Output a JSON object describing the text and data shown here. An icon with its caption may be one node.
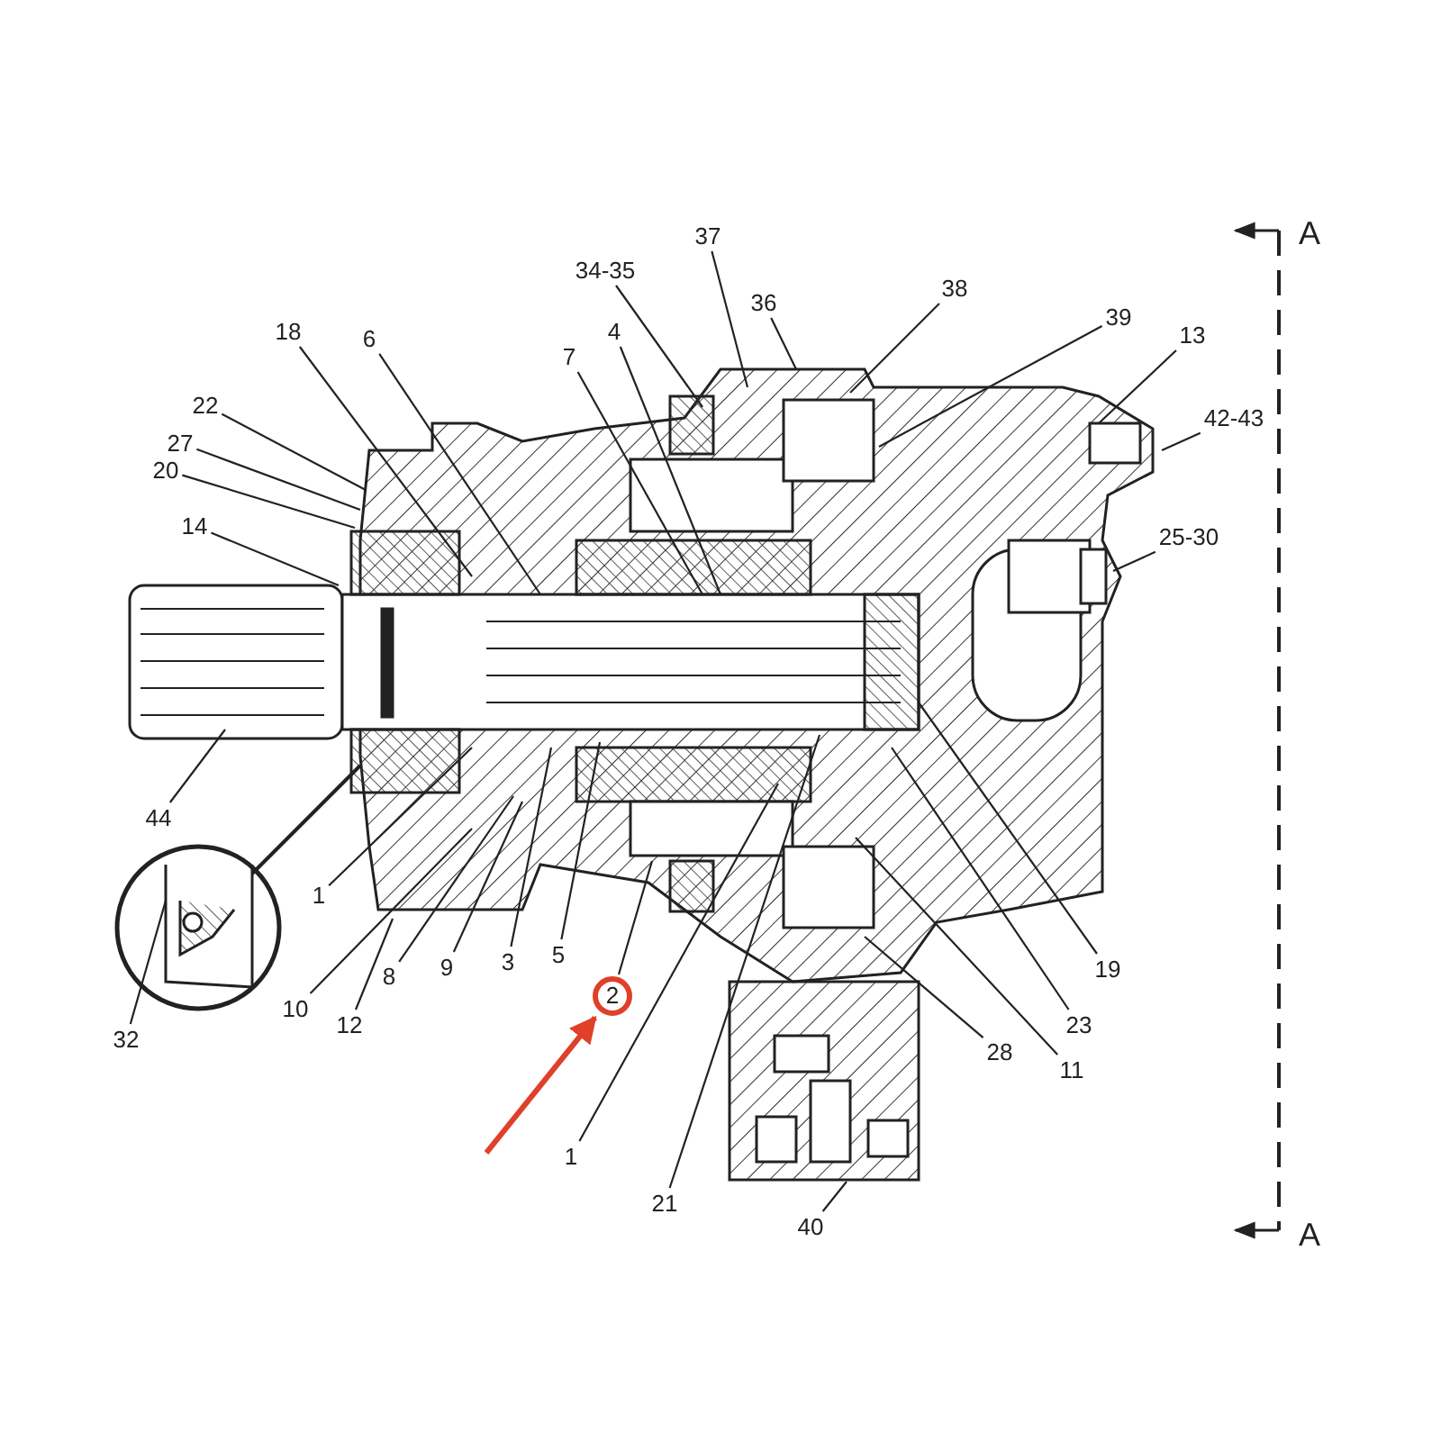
{
  "diagram": {
    "nodes": [
      {
        "text": [
          "37"
        ]
      },
      {
        "text": [
          "34-35"
        ]
      },
      {
        "text": [
          "38"
        ]
      },
      {
        "text": [
          "36"
        ]
      },
      {
        "text": [
          "39"
        ]
      },
      {
        "text": [
          "18"
        ]
      },
      {
        "text": [
          "6"
        ]
      },
      {
        "text": [
          "13"
        ]
      },
      {
        "text": [
          "4"
        ]
      },
      {
        "text": [
          "7"
        ]
      },
      {
        "text": [
          "22"
        ]
      },
      {
        "text": [
          "42-43"
        ]
      },
      {
        "text": [
          "27"
        ]
      },
      {
        "text": [
          "20"
        ]
      },
      {
        "text": [
          "14"
        ]
      },
      {
        "text": [
          "25-30"
        ]
      },
      {
        "text": [
          "44"
        ]
      },
      {
        "text": [
          "1"
        ]
      },
      {
        "text": [
          "5"
        ]
      },
      {
        "text": [
          "3"
        ]
      },
      {
        "text": [
          "19"
        ]
      },
      {
        "text": [
          "9"
        ]
      },
      {
        "text": [
          "8"
        ]
      },
      {
        "text": [
          "2"
        ]
      },
      {
        "text": [
          "10"
        ]
      },
      {
        "text": [
          "23"
        ]
      },
      {
        "text": [
          "12"
        ]
      },
      {
        "text": [
          "28"
        ]
      },
      {
        "text": [
          "11"
        ]
      },
      {
        "text": [
          "32"
        ]
      },
      {
        "text": [
          "1"
        ]
      },
      {
        "text": [
          "21"
        ]
      },
      {
        "text": [
          "40"
        ]
      }
    ],
    "edges": [
      {
        "from": 0,
        "to": null,
        "arrow": "none"
      },
      {
        "from": 1,
        "to": null,
        "arrow": "none"
      },
      {
        "from": 2,
        "to": null,
        "arrow": "none"
      },
      {
        "from": 3,
        "to": null,
        "arrow": "none"
      },
      {
        "from": 4,
        "to": null,
        "arrow": "none"
      },
      {
        "from": 5,
        "to": null,
        "arrow": "none"
      },
      {
        "from": 6,
        "to": null,
        "arrow": "none"
      },
      {
        "from": 7,
        "to": null,
        "arrow": "none"
      },
      {
        "from": 8,
        "to": null,
        "arrow": "none"
      },
      {
        "from": 9,
        "to": null,
        "arrow": "none"
      },
      {
        "from": 10,
        "to": null,
        "arrow": "none"
      },
      {
        "from": 11,
        "to": null,
        "arrow": "none"
      },
      {
        "from": 12,
        "to": null,
        "arrow": "none"
      },
      {
        "from": 13,
        "to": null,
        "arrow": "none"
      },
      {
        "from": 14,
        "to": null,
        "arrow": "none"
      },
      {
        "from": 15,
        "to": null,
        "arrow": "none"
      },
      {
        "from": 16,
        "to": null,
        "arrow": "none"
      },
      {
        "from": 17,
        "to": null,
        "arrow": "none"
      },
      {
        "from": 18,
        "to": null,
        "arrow": "none"
      },
      {
        "from": 19,
        "to": null,
        "arrow": "none"
      },
      {
        "from": 20,
        "to": null,
        "arrow": "none"
      },
      {
        "from": 21,
        "to": null,
        "arrow": "none"
      },
      {
        "from": 22,
        "to": null,
        "arrow": "none"
      },
      {
        "from": 23,
        "to": null,
        "arrow": "none"
      },
      {
        "from": 24,
        "to": null,
        "arrow": "none"
      },
      {
        "from": 25,
        "to": null,
        "arrow": "none"
      },
      {
        "from": 26,
        "to": null,
        "arrow": "none"
      },
      {
        "from": 27,
        "to": null,
        "arrow": "none"
      },
      {
        "from": 28,
        "to": null,
        "arrow": "none"
      },
      {
        "from": 29,
        "to": null,
        "arrow": "none"
      },
      {
        "from": 30,
        "to": null,
        "arrow": "none"
      },
      {
        "from": 31,
        "to": null,
        "arrow": "none"
      },
      {
        "from": 32,
        "to": null,
        "arrow": "none"
      },
      {
        "from": null,
        "to": 23,
        "arrow": "to",
        "style": "thick",
        "color": "#e0402a"
      }
    ],
    "labels": [
      "A",
      "A"
    ]
  }
}
